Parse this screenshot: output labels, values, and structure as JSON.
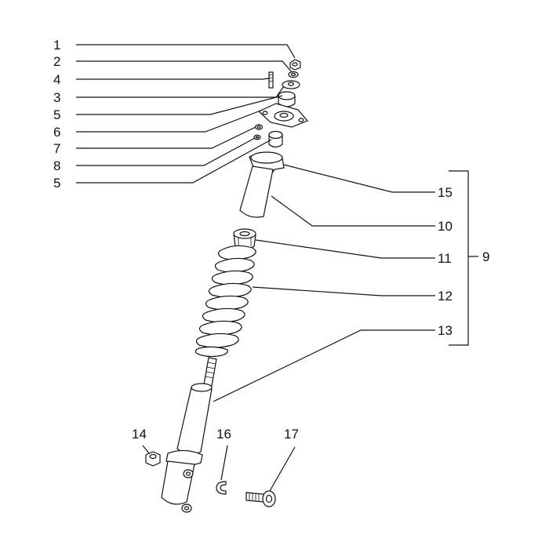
{
  "callouts": {
    "c1": "1",
    "c2": "2",
    "c4": "4",
    "c3": "3",
    "c5a": "5",
    "c6": "6",
    "c7": "7",
    "c8": "8",
    "c5b": "5",
    "c15": "15",
    "c10": "10",
    "c11": "11",
    "c9": "9",
    "c12": "12",
    "c13": "13",
    "c14": "14",
    "c16": "16",
    "c17": "17"
  },
  "colors": {
    "ink": "#111111",
    "background": "#ffffff"
  }
}
